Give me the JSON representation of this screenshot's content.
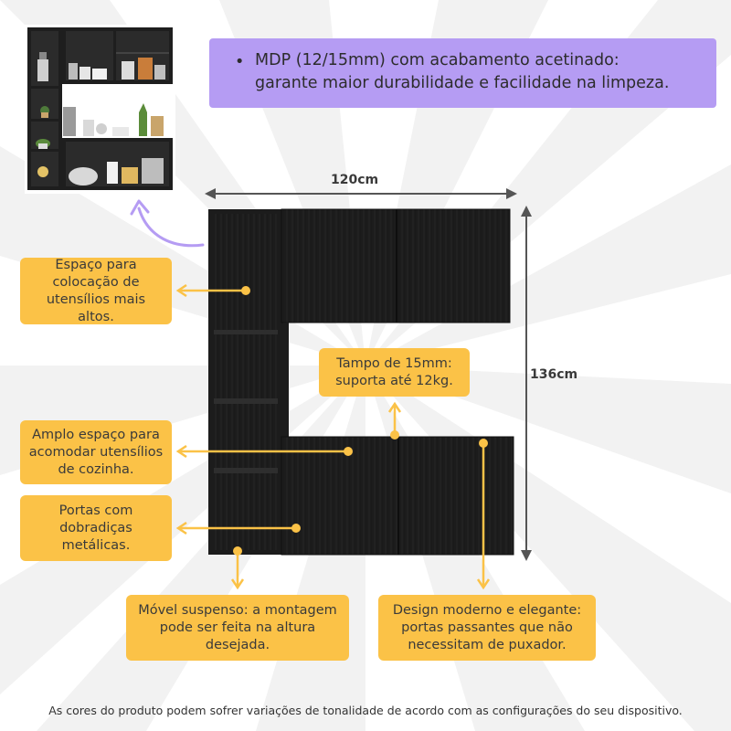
{
  "banner": {
    "bullet": "•",
    "text": "MDP (12/15mm) com acabamento acetinado:\ngarante maior durabilidade e facilidade na limpeza."
  },
  "dimensions": {
    "width": "120cm",
    "height": "136cm"
  },
  "callouts": {
    "tall_space": "Espaço para\ncolocação de\nutensílios mais altos.",
    "wide_space": "Amplo espaço para\nacomodar utensílios\nde cozinha.",
    "hinges": "Portas com\ndobradiças\nmetálicas.",
    "countertop": "Tampo de 15mm:\nsuporta até 12kg.",
    "suspended": "Móvel suspenso: a montagem\npode ser feita na altura\ndesejada.",
    "design": "Design moderno e elegante:\nportas passantes que não\nnecessitam de puxador."
  },
  "footer": "As cores do produto podem sofrer variações de tonalidade de acordo com as configurações do seu dispositivo.",
  "colors": {
    "accent_yellow": "#fbc247",
    "banner_purple": "#b59cf3",
    "cabinet_black": "#1c1c1c",
    "arrow_purple": "#b59cf3"
  }
}
